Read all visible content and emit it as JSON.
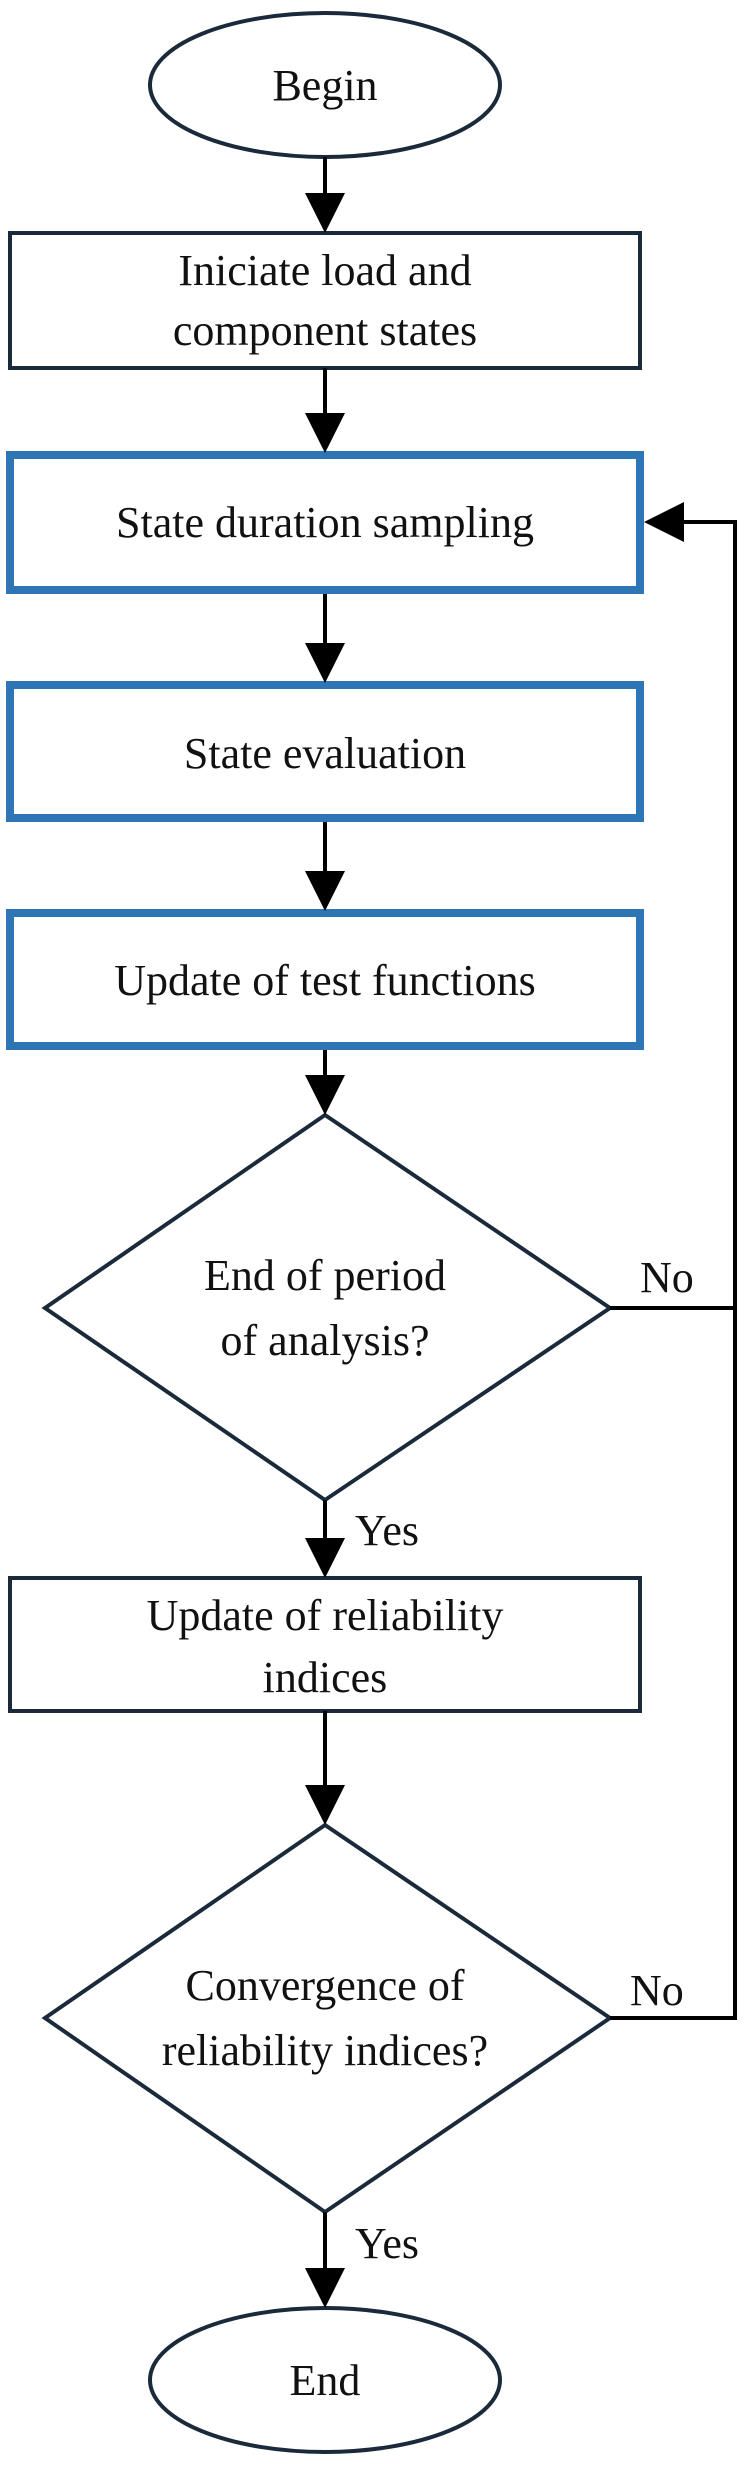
{
  "flowchart": {
    "nodes": {
      "begin": {
        "label": "Begin",
        "shape": "ellipse"
      },
      "init": {
        "lines": [
          "Iniciate load and",
          "component states"
        ],
        "shape": "rectangle"
      },
      "sampling": {
        "label": "State duration sampling",
        "shape": "rectangle",
        "highlight": true
      },
      "evaluation": {
        "label": "State evaluation",
        "shape": "rectangle",
        "highlight": true
      },
      "update_test": {
        "label": "Update of test functions",
        "shape": "rectangle",
        "highlight": true
      },
      "end_period": {
        "lines": [
          "End of period",
          "of analysis?"
        ],
        "shape": "diamond"
      },
      "update_rel": {
        "lines": [
          "Update of reliability",
          "indices"
        ],
        "shape": "rectangle"
      },
      "convergence": {
        "lines": [
          "Convergence of",
          "reliability indices?"
        ],
        "shape": "diamond"
      },
      "end": {
        "label": "End",
        "shape": "ellipse"
      }
    },
    "edge_labels": {
      "end_period_yes": "Yes",
      "end_period_no": "No",
      "convergence_yes": "Yes",
      "convergence_no": "No"
    },
    "colors": {
      "stroke": "#1a2a3a",
      "highlight_stroke": "#2e75b6",
      "text": "#111111",
      "arrow": "#000000"
    }
  }
}
